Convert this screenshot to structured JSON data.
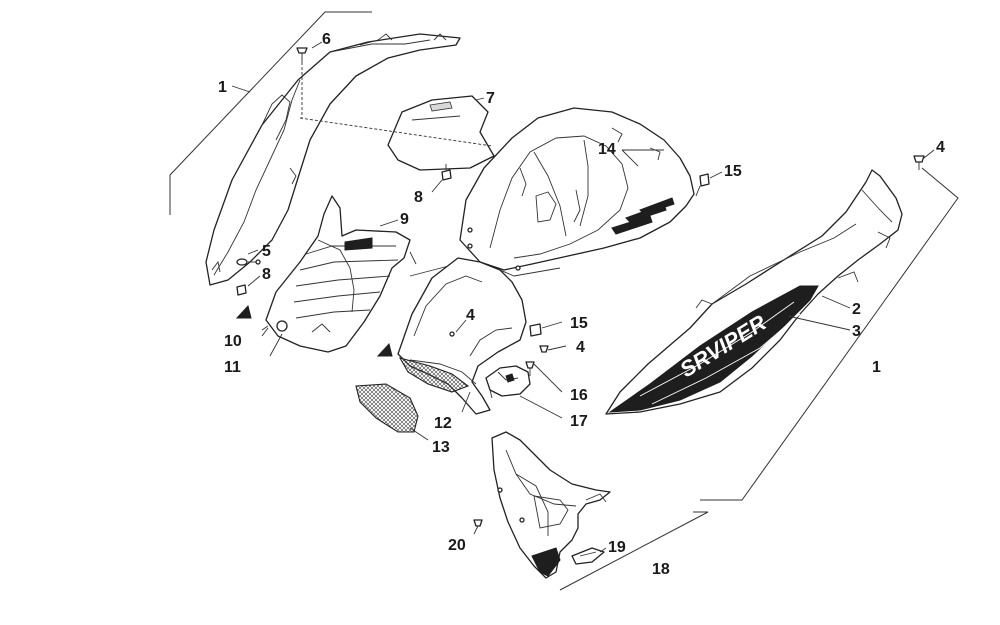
{
  "diagram": {
    "callouts": [
      {
        "id": "c1a",
        "text": "1"
      },
      {
        "id": "c6",
        "text": "6"
      },
      {
        "id": "c7",
        "text": "7"
      },
      {
        "id": "c8a",
        "text": "8"
      },
      {
        "id": "c9",
        "text": "9"
      },
      {
        "id": "c5",
        "text": "5"
      },
      {
        "id": "c8b",
        "text": "8"
      },
      {
        "id": "c10",
        "text": "10"
      },
      {
        "id": "c11",
        "text": "11"
      },
      {
        "id": "c14",
        "text": "14"
      },
      {
        "id": "c15a",
        "text": "15"
      },
      {
        "id": "c4a",
        "text": "4"
      },
      {
        "id": "c4b",
        "text": "4"
      },
      {
        "id": "c15b",
        "text": "15"
      },
      {
        "id": "c4c",
        "text": "4"
      },
      {
        "id": "c16",
        "text": "16"
      },
      {
        "id": "c17",
        "text": "17"
      },
      {
        "id": "c12",
        "text": "12"
      },
      {
        "id": "c13",
        "text": "13"
      },
      {
        "id": "c2",
        "text": "2"
      },
      {
        "id": "c3",
        "text": "3"
      },
      {
        "id": "c1b",
        "text": "1"
      },
      {
        "id": "c20",
        "text": "20"
      },
      {
        "id": "c19",
        "text": "19"
      },
      {
        "id": "c18",
        "text": "18"
      }
    ],
    "decal_text": "SRVIPER",
    "colors": {
      "line": "#222222",
      "fill": "#ffffff",
      "decal": "#1e1e1e"
    }
  }
}
